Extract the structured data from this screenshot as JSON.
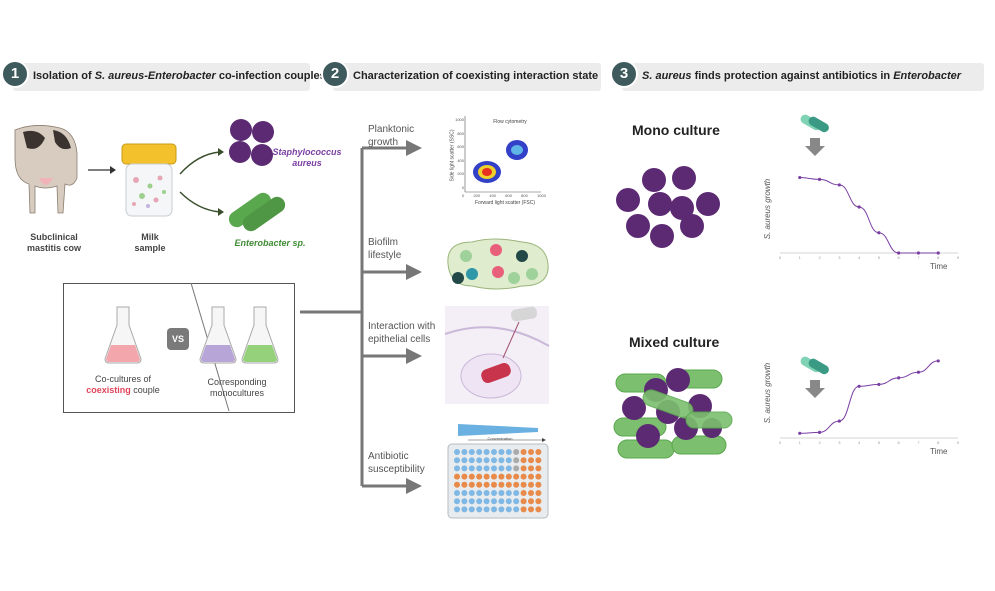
{
  "panels": [
    {
      "number": "1",
      "title_pre": "Isolation of ",
      "title_italic": "S. aureus-Enterobacter",
      "title_post": " co-infection couples"
    },
    {
      "number": "2",
      "title_pre": "Characterization of coexisting interaction state",
      "title_italic": "",
      "title_post": ""
    },
    {
      "number": "3",
      "title_pre": "",
      "title_italic": "S. aureus",
      "title_post": " finds protection against antibiotics  in ",
      "title_italic2": "Enterobacter"
    }
  ],
  "panel1": {
    "cow_label": "Subclinical mastitis cow",
    "milk_label": "Milk sample",
    "staph_label": "Staphylococcus aureus",
    "entero_label": "Enterobacter sp.",
    "coculture_pre": "Co-cultures of",
    "coculture_highlight": "coexisting",
    "coculture_post": " couple",
    "vs": "VS",
    "mono_label": "Corresponding monocultures"
  },
  "panel2": {
    "steps": [
      "Planktonic growth",
      "Biofilm lifestyle",
      "Interaction with epithelial cells",
      "Antibiotic susceptibility"
    ],
    "flow_title": "Flow cytometry",
    "flow_xlabel": "Forward light scatter (FSC)",
    "flow_ylabel": "Side light scatter (SSC)",
    "flow_yticks": [
      "1000",
      "800",
      "600",
      "400",
      "200",
      "0"
    ],
    "flow_xticks": [
      "0",
      "200",
      "400",
      "600",
      "800",
      "1000"
    ],
    "plate_label": "Concentration"
  },
  "panel3": {
    "mono_title": "Mono culture",
    "mixed_title": "Mixed culture",
    "ylabel": "S. aureus growth",
    "xlabel": "Time",
    "xticks": [
      "0",
      "1",
      "2",
      "3",
      "4",
      "5",
      "6",
      "7",
      "8",
      "9"
    ]
  },
  "colors": {
    "purple": "#5b2a73",
    "green": "#5aa84e",
    "accent_red": "#e0455a",
    "header_bg": "#ececec",
    "badge": "#3e5a5c",
    "arrow": "#777777",
    "curve": "#7a3fa3"
  },
  "chart_data": [
    {
      "type": "line",
      "title": "Mono culture",
      "xlabel": "Time",
      "ylabel": "S. aureus growth",
      "x": [
        1,
        2,
        3,
        4,
        5,
        6,
        7,
        8
      ],
      "values": [
        0.82,
        0.8,
        0.74,
        0.5,
        0.22,
        0.0,
        0.0,
        0.0
      ],
      "xlim": [
        0,
        9
      ],
      "grid": false
    },
    {
      "type": "line",
      "title": "Mixed culture",
      "xlabel": "Time",
      "ylabel": "S. aureus growth",
      "x": [
        1,
        2,
        3,
        4,
        5,
        6,
        7,
        8
      ],
      "values": [
        0.05,
        0.06,
        0.18,
        0.55,
        0.57,
        0.64,
        0.7,
        0.82
      ],
      "xlim": [
        0,
        9
      ],
      "grid": false
    }
  ]
}
